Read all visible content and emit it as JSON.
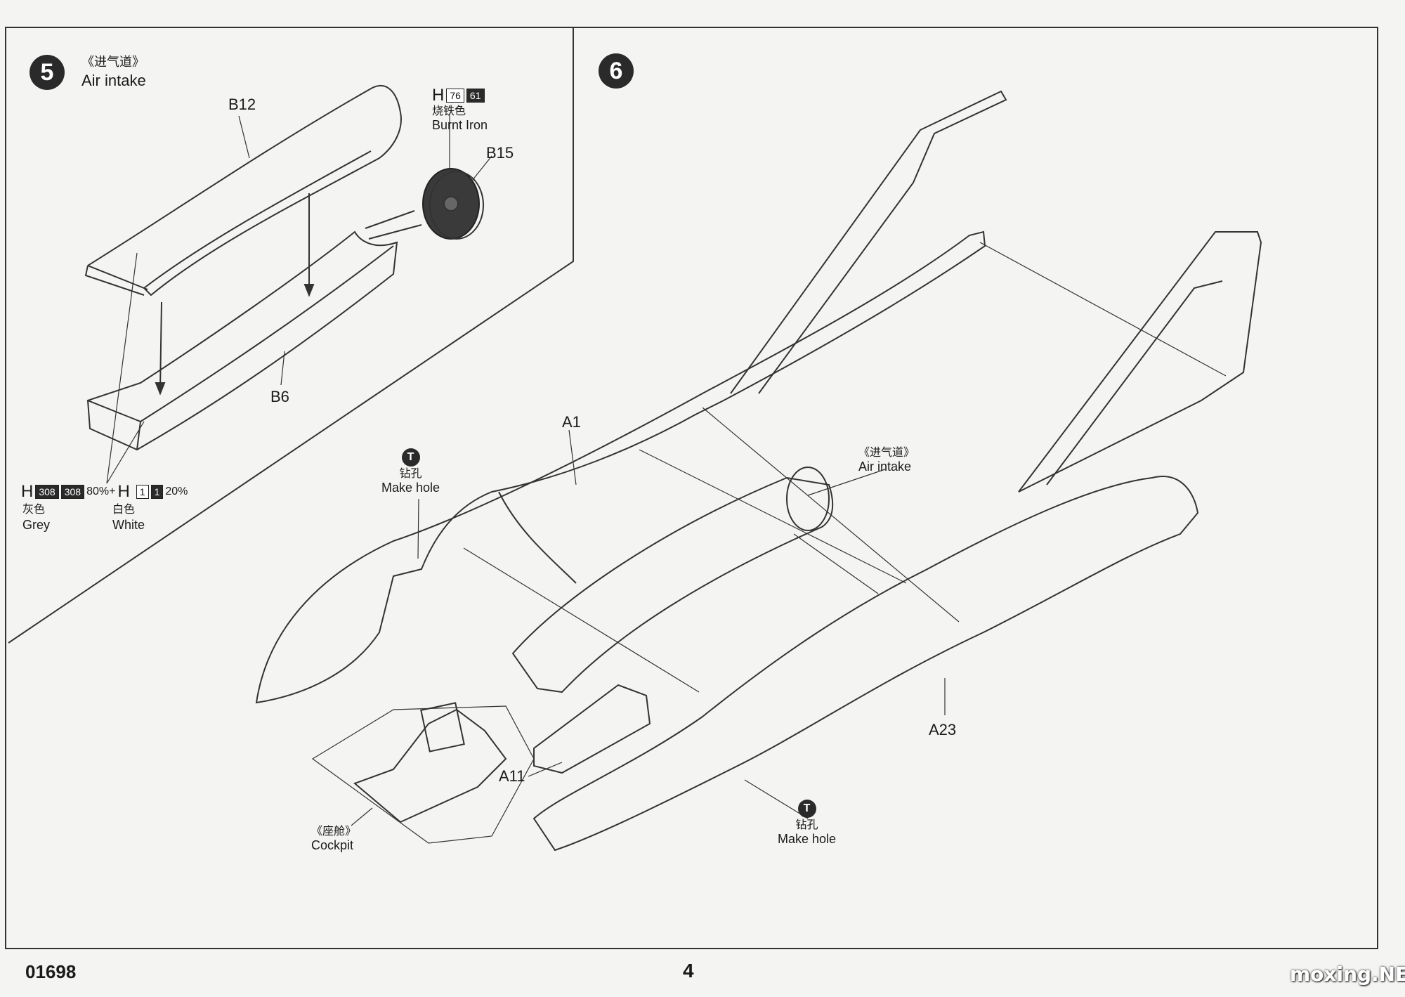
{
  "step5": {
    "number": "5",
    "title_cn": "《进气道》",
    "title_en": "Air intake",
    "parts": {
      "b12": "B12",
      "b15": "B15",
      "b6": "B6"
    },
    "paint_burnt_iron": {
      "h": "H",
      "code1": "76",
      "code2": "61",
      "name_cn": "烧铁色",
      "name_en": "Burnt Iron"
    },
    "paint_mix": {
      "h1": "H",
      "grey_code1": "308",
      "grey_code2": "308",
      "grey_pct": "80%+",
      "h2": "H",
      "white_code1": "1",
      "white_code2": "1",
      "white_pct": "20%",
      "grey_cn": "灰色",
      "grey_en": "Grey",
      "white_cn": "白色",
      "white_en": "White"
    }
  },
  "step6": {
    "number": "6",
    "parts": {
      "a1": "A1",
      "a11": "A11",
      "a23": "A23"
    },
    "drill_top": {
      "icon": "T",
      "cn": "钻孔",
      "en": "Make hole"
    },
    "drill_bottom": {
      "icon": "T",
      "cn": "钻孔",
      "en": "Make hole"
    },
    "intake": {
      "cn": "《进气道》",
      "en": "Air intake"
    },
    "cockpit": {
      "cn": "《座舱》",
      "en": "Cockpit"
    }
  },
  "footer": {
    "code": "01698",
    "page": "4",
    "watermark": "moxing.NET"
  }
}
